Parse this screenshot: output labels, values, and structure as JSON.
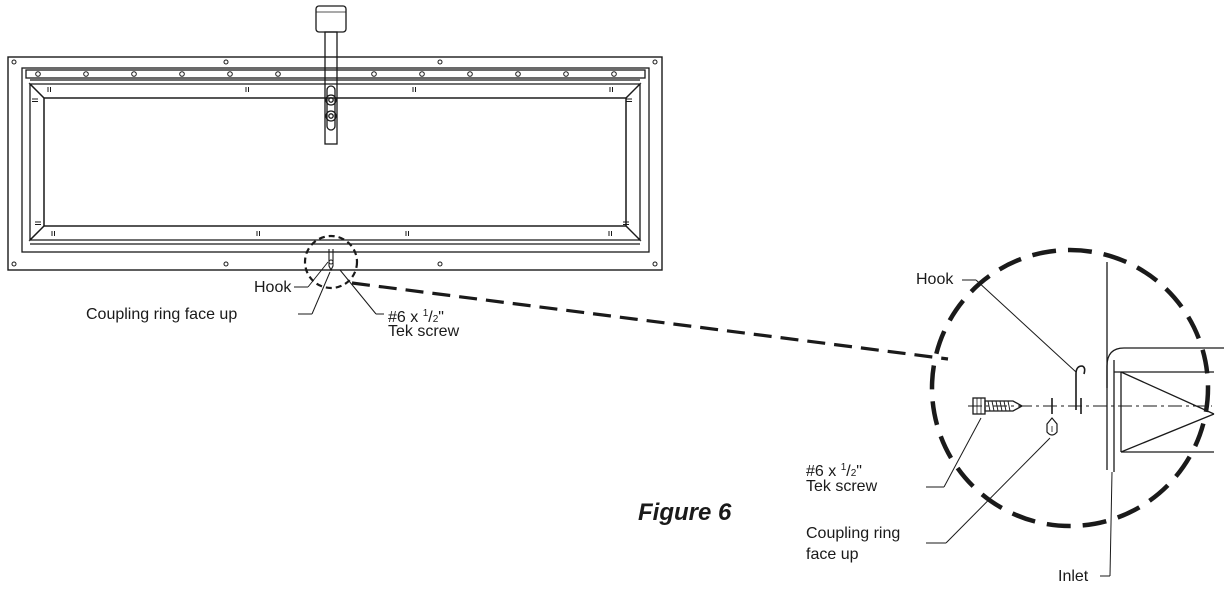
{
  "figure_label": "Figure 6",
  "overview": {
    "hook_label": "Hook",
    "coupling_label": "Coupling ring face up",
    "screw_label_prefix": "#6 x ",
    "screw_fraction_num": "1",
    "screw_fraction_sep": "/",
    "screw_fraction_den": "2",
    "screw_label_suffix": "\"",
    "screw_label_line2": "Tek screw"
  },
  "detail": {
    "hook_label": "Hook",
    "screw_label_prefix": "#6 x ",
    "screw_fraction_num": "1",
    "screw_fraction_sep": "/",
    "screw_fraction_den": "2",
    "screw_label_suffix": "\"",
    "screw_label_line2": "Tek screw",
    "coupling_label_line1": "Coupling ring",
    "coupling_label_line2": "face up",
    "inlet_label": "Inlet"
  }
}
